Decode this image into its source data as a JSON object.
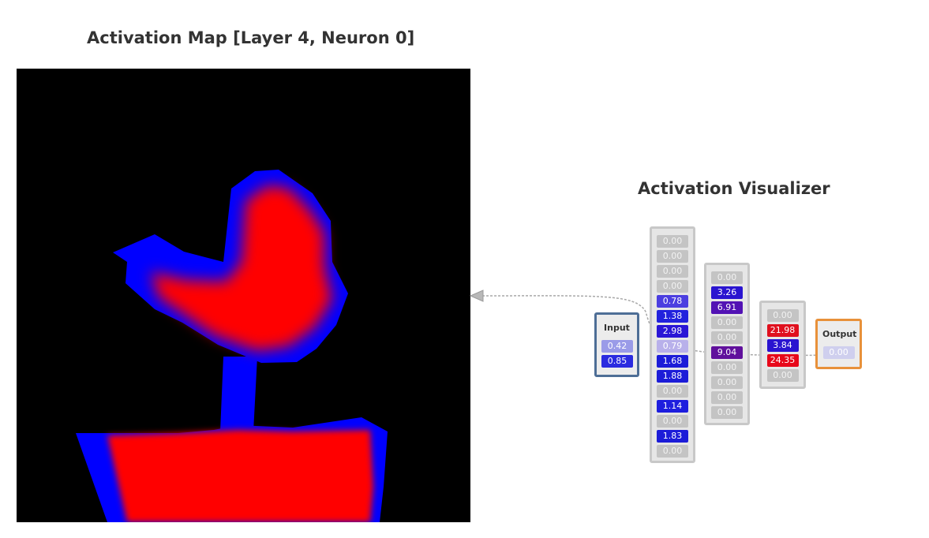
{
  "activation_map": {
    "title": "Activation Map [Layer 4, Neuron 0]"
  },
  "visualizer": {
    "title": "Activation Visualizer",
    "input": {
      "label": "Input",
      "nodes": [
        "0.42",
        "0.85"
      ],
      "colors": [
        "#9a9be8",
        "#2b2be0"
      ]
    },
    "layers": [
      {
        "nodes": [
          "0.00",
          "0.00",
          "0.00",
          "0.00",
          "0.78",
          "1.38",
          "2.98",
          "0.79",
          "1.68",
          "1.88",
          "0.00",
          "1.14",
          "0.00",
          "1.83",
          "0.00"
        ],
        "colors": [
          "#c4c4c4",
          "#c4c4c4",
          "#c4c4c4",
          "#c4c4c4",
          "#4b3ee0",
          "#2222dd",
          "#2a16d6",
          "#b8b0ea",
          "#1c1cd8",
          "#1c1cd8",
          "#c4c4c4",
          "#1e1ede",
          "#c4c4c4",
          "#1c1cd8",
          "#c4c4c4"
        ]
      },
      {
        "nodes": [
          "0.00",
          "3.26",
          "6.91",
          "0.00",
          "0.00",
          "9.04",
          "0.00",
          "0.00",
          "0.00",
          "0.00"
        ],
        "colors": [
          "#c4c4c4",
          "#2a14d0",
          "#5212b4",
          "#c4c4c4",
          "#c4c4c4",
          "#60109c",
          "#c4c4c4",
          "#c4c4c4",
          "#c4c4c4",
          "#c4c4c4"
        ]
      },
      {
        "nodes": [
          "0.00",
          "21.98",
          "3.84",
          "24.35",
          "0.00"
        ],
        "colors": [
          "#c4c4c4",
          "#e0101e",
          "#2a14d0",
          "#e8081a",
          "#c4c4c4"
        ]
      }
    ],
    "output": {
      "label": "Output",
      "nodes": [
        "0.00"
      ],
      "colors": [
        "#cfcfee"
      ]
    }
  }
}
